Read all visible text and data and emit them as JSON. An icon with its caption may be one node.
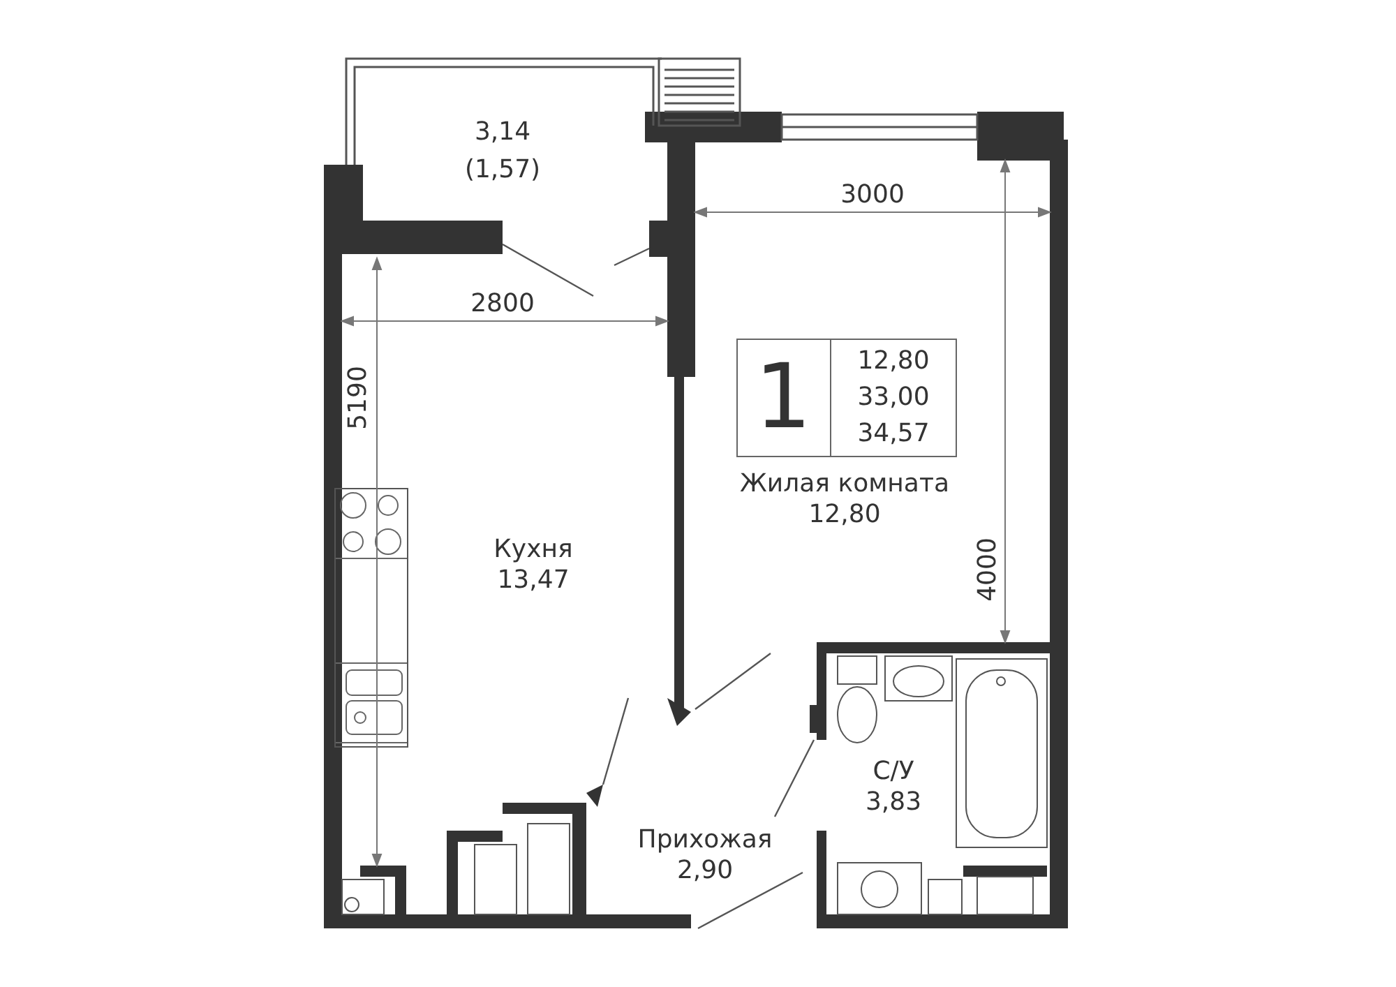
{
  "diagram": {
    "labels": [
      "3,14",
      "(1,57)",
      "3000",
      "2800",
      "5190",
      "1",
      "12,80",
      "33,00",
      "34,57",
      "Жилая комната",
      "12,80",
      "4000",
      "Кухня",
      "13,47",
      "С/У",
      "3,83",
      "Прихожая",
      "2,90"
    ]
  }
}
